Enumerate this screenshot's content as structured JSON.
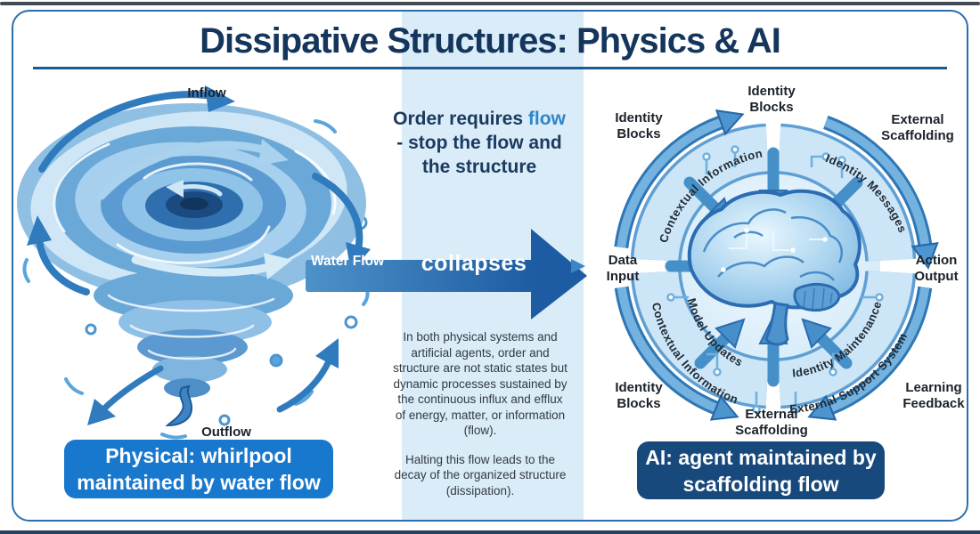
{
  "title": "Dissipative Structures: Physics & AI",
  "left_panel": {
    "inflow_label": "Inflow",
    "outflow_label": "Outflow",
    "caption": "Physical: whirlpool maintained by water flow"
  },
  "flow_arrow": {
    "water_flow_label": "Water Flow",
    "collapses_label": "collapses"
  },
  "center_panel": {
    "heading": {
      "part1": "Order requires",
      "accent": "flow",
      "part3": "- stop the flow and the structure"
    },
    "paragraph1": "In both physical systems and artificial agents, order and structure are not static states but dynamic processes sustained by the continuous influx and efflux of energy, matter, or information (flow).",
    "paragraph2": "Halting this flow leads to the decay of the organized structure (dissipation)."
  },
  "right_panel": {
    "labels": {
      "top": "Identity Blocks",
      "top_left": "Identity Blocks",
      "top_right": "External Scaffolding",
      "left": "Data Input",
      "right": "Action Output",
      "bottom_left": "Identity Blocks",
      "bottom": "External Scaffolding",
      "bottom_right": "Learning Feedback"
    },
    "curved_labels": {
      "upper_left": "Contextual Information",
      "upper_right": "Identity Messages",
      "lower_left_outer": "Contextual Information",
      "lower_left_inner": "Model Updates",
      "lower_right_inner": "Identity Maintenance",
      "lower_right_outer": "External Support System"
    },
    "caption": "AI: agent maintained by scaffolding flow"
  },
  "colors": {
    "title_navy": "#14355c",
    "accent_blue": "#2e86c8",
    "physical_caption_bg": "#1878cd",
    "ai_caption_bg": "#17497c",
    "band_blue": "#d9ecf8",
    "arrow_dark_blue": "#1d5ca3"
  }
}
